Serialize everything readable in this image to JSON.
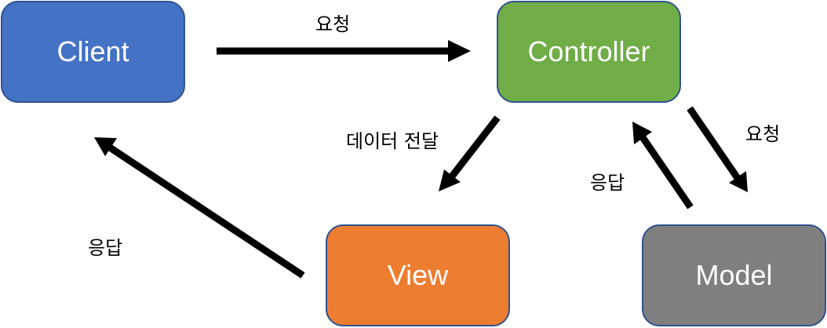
{
  "nodes": {
    "client": {
      "label": "Client",
      "color": "#4472c4"
    },
    "controller": {
      "label": "Controller",
      "color": "#70ad47"
    },
    "view": {
      "label": "View",
      "color": "#ed7d31"
    },
    "model": {
      "label": "Model",
      "color": "#7f7f7f"
    }
  },
  "edges": {
    "client_to_controller": "요청",
    "controller_to_view": "데이터 전달",
    "controller_to_model": "요청",
    "model_to_controller": "응답",
    "view_to_client": "응답"
  },
  "colors": {
    "arrow": "#000000",
    "node_border": "#2f528f"
  }
}
